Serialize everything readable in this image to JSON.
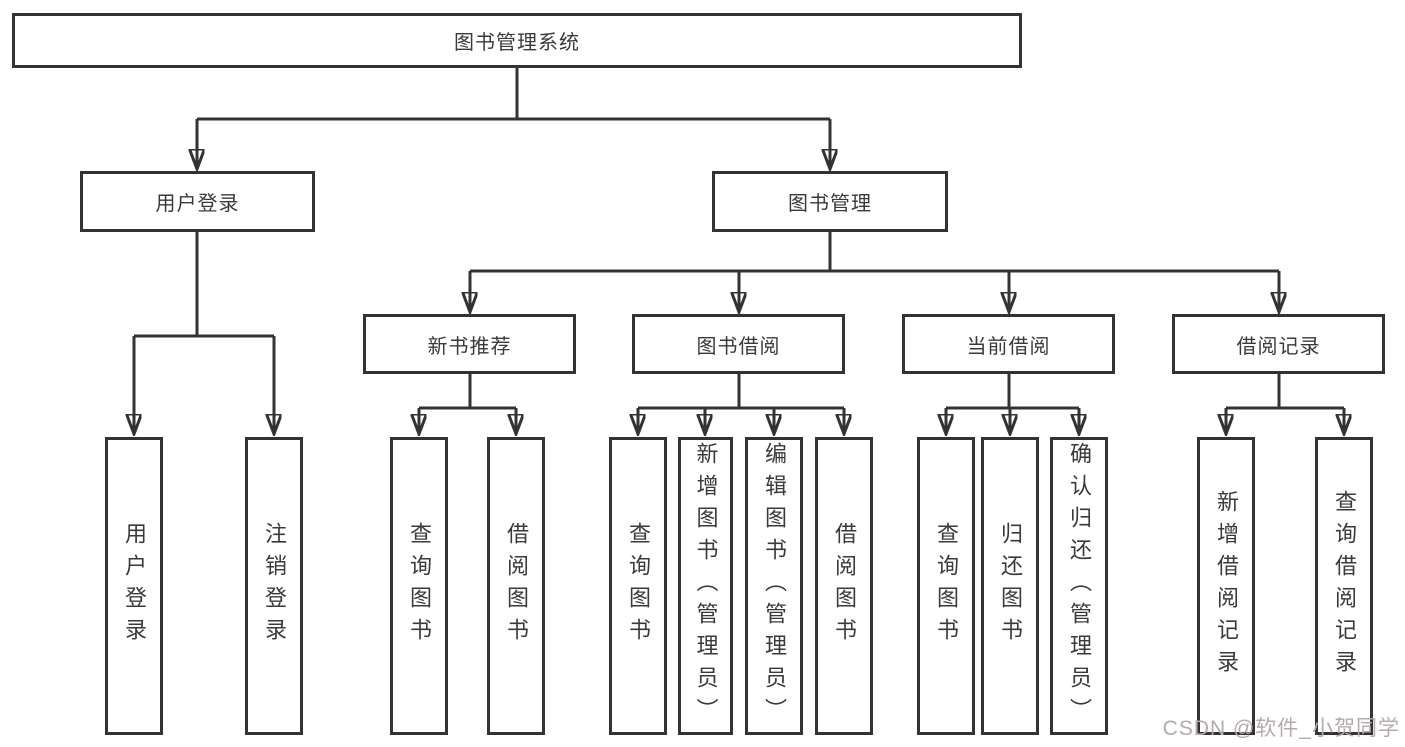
{
  "title_node": "图书管理系统",
  "level2": [
    {
      "label": "用户登录",
      "leaves": [
        "用户登录",
        "注销登录"
      ]
    },
    {
      "label": "图书管理",
      "modules": [
        {
          "label": "新书推荐",
          "leaves": [
            "查询图书",
            "借阅图书"
          ]
        },
        {
          "label": "图书借阅",
          "leaves": [
            "查询图书",
            "新增图书（管理员）",
            "编辑图书（管理员）",
            "借阅图书"
          ]
        },
        {
          "label": "当前借阅",
          "leaves": [
            "查询图书",
            "归还图书",
            "确认归还（管理员）"
          ]
        },
        {
          "label": "借阅记录",
          "leaves": [
            "新增借阅记录",
            "查询借阅记录"
          ]
        }
      ]
    }
  ],
  "watermark": "CSDN @软件_小贺同学",
  "colors": {
    "line": "#333333",
    "text": "#3a3a3a",
    "watermark": "#b3abab",
    "background": "#ffffff"
  }
}
